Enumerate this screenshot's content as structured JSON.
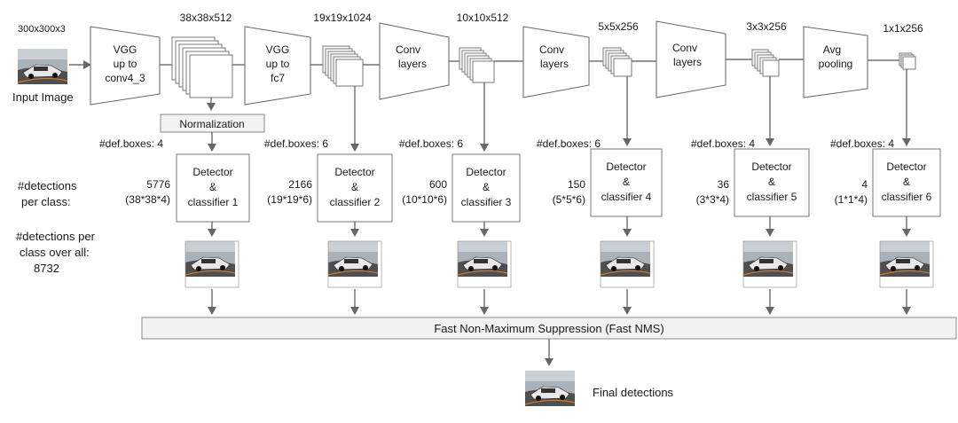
{
  "input": {
    "size": "300x300x3",
    "label": "Input Image"
  },
  "backbone": {
    "vgg1": [
      "VGG",
      "up to",
      "conv4_3"
    ],
    "vgg2": [
      "VGG",
      "up to",
      "fc7"
    ],
    "conv": [
      "Conv",
      "layers"
    ],
    "avg": [
      "Avg",
      "pooling"
    ]
  },
  "feature_sizes": [
    "38x38x512",
    "19x19x1024",
    "10x10x512",
    "5x5x256",
    "3x3x256",
    "1x1x256"
  ],
  "normalization": "Normalization",
  "def_boxes": [
    "#def.boxes: 4",
    "#def.boxes: 6",
    "#def.boxes: 6",
    "#def.boxes: 6",
    "#def.boxes: 4",
    "#def.boxes: 4"
  ],
  "detectors": [
    {
      "line1": "Detector",
      "line2": "&",
      "line3": "classifier 1"
    },
    {
      "line1": "Detector",
      "line2": "&",
      "line3": "classifier 2"
    },
    {
      "line1": "Detector",
      "line2": "&",
      "line3": "classifier 3"
    },
    {
      "line1": "Detector",
      "line2": "&",
      "line3": "classifier 4"
    },
    {
      "line1": "Detector",
      "line2": "&",
      "line3": "classifier 5"
    },
    {
      "line1": "Detector",
      "line2": "&",
      "line3": "classifier 6"
    }
  ],
  "detections": [
    {
      "count": "5776",
      "formula": "(38*38*4)"
    },
    {
      "count": "2166",
      "formula": "(19*19*6)"
    },
    {
      "count": "600",
      "formula": "(10*10*6)"
    },
    {
      "count": "150",
      "formula": "(5*5*6)"
    },
    {
      "count": "36",
      "formula": "(3*3*4)"
    },
    {
      "count": "4",
      "formula": "(1*1*4)"
    }
  ],
  "left_labels": {
    "per_class": [
      "#detections",
      "per class:"
    ],
    "overall": [
      "#detections per",
      "class over all:",
      "8732"
    ]
  },
  "nms": "Fast Non-Maximum  Suppression (Fast NMS)",
  "final": "Final detections",
  "colors": {
    "stroke": "#555555",
    "bar_fill": "#f2f2f2",
    "photo_sky": "#9aa3ad",
    "photo_road": "#5c5c5c"
  }
}
